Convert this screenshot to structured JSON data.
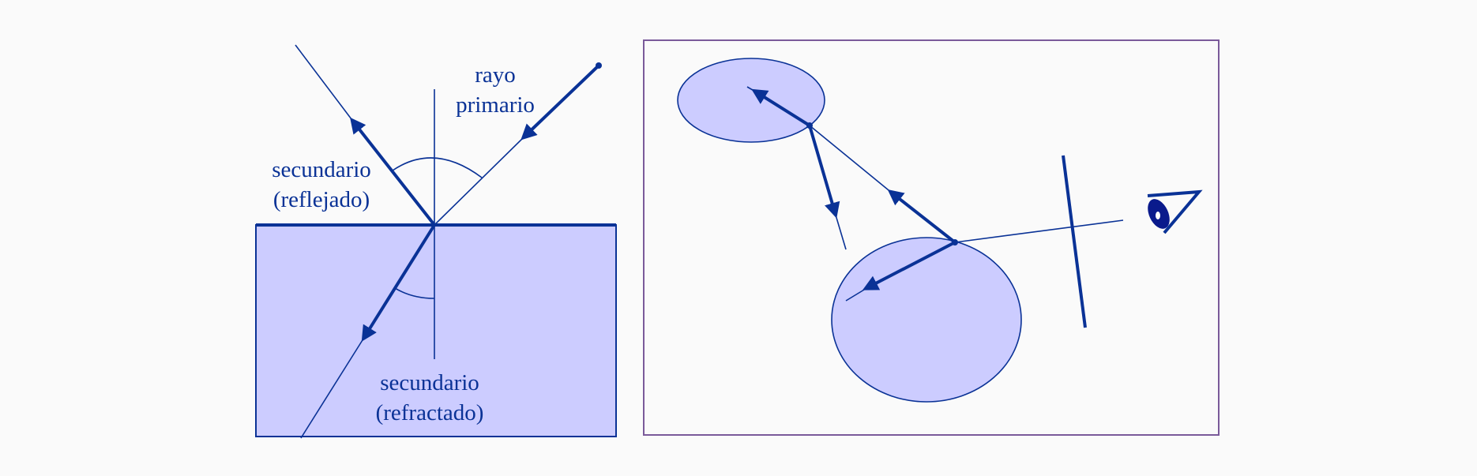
{
  "colors": {
    "background": "#fafafa",
    "ray": "#0a3296",
    "fill": "#ccccff",
    "frame": "#7a5a9a",
    "eye": "#0a1a8c"
  },
  "left_diagram": {
    "label_primary_line1": "rayo",
    "label_primary_line2": "primario",
    "label_reflected_line1": "secundario",
    "label_reflected_line2": "(reflejado)",
    "label_refracted_line1": "secundario",
    "label_refracted_line2": "(refractado)"
  },
  "right_diagram": {
    "eye_icon": "eye-icon"
  }
}
